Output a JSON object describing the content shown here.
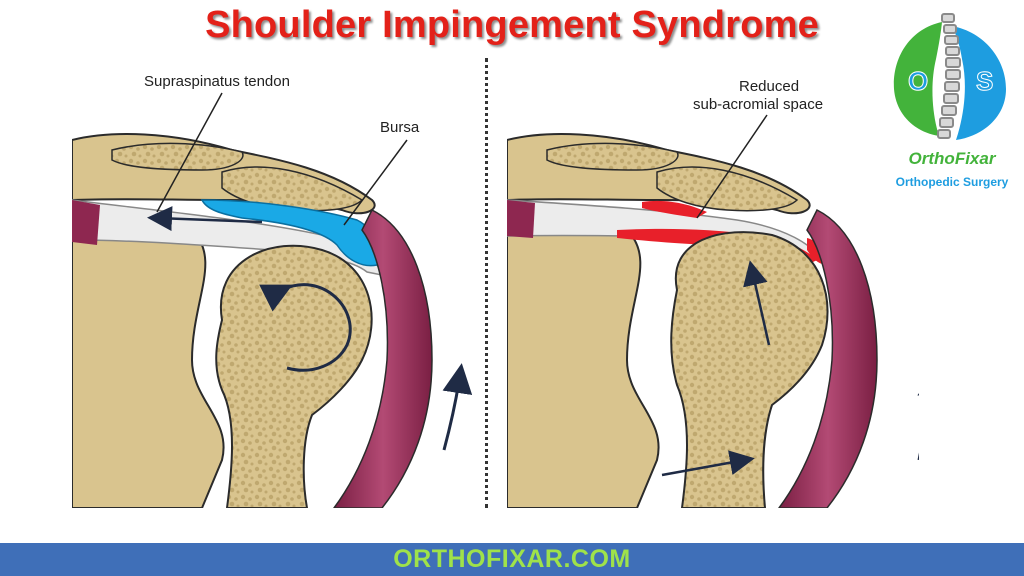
{
  "title": "Shoulder Impingement Syndrome",
  "left_panel": {
    "label_tendon": "Supraspinatus tendon",
    "label_bursa": "Bursa"
  },
  "right_panel": {
    "label_reduced_line1": "Reduced",
    "label_reduced_line2": "sub-acromial space"
  },
  "logo": {
    "letter_left": "O",
    "letter_right": "S",
    "brand": "OrthoFixar",
    "tagline": "Orthopedic Surgery"
  },
  "footer": {
    "url": "ORTHOFIXAR.COM"
  },
  "colors": {
    "title": "#e32119",
    "bone": "#d9c48e",
    "bone_spongy": "#c9b37a",
    "muscle": "#8e2750",
    "bursa": "#1aa9e6",
    "inflamed": "#e8202a",
    "footer_bg": "#3f6fb8",
    "footer_text": "#9fe24a",
    "logo_green": "#43b33b",
    "logo_blue": "#1e9de0"
  }
}
